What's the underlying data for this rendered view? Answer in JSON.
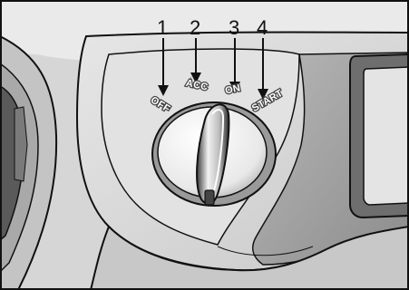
{
  "callouts": [
    {
      "number": "1",
      "position": "OFF"
    },
    {
      "number": "2",
      "position": "ACC"
    },
    {
      "number": "3",
      "position": "ON"
    },
    {
      "number": "4",
      "position": "START"
    }
  ],
  "colors": {
    "dash_light": "#d9d9d9",
    "dash_mid": "#bdbdbd",
    "dash_dark": "#8a8a8a",
    "outline": "#111111",
    "ink": "#111111"
  }
}
